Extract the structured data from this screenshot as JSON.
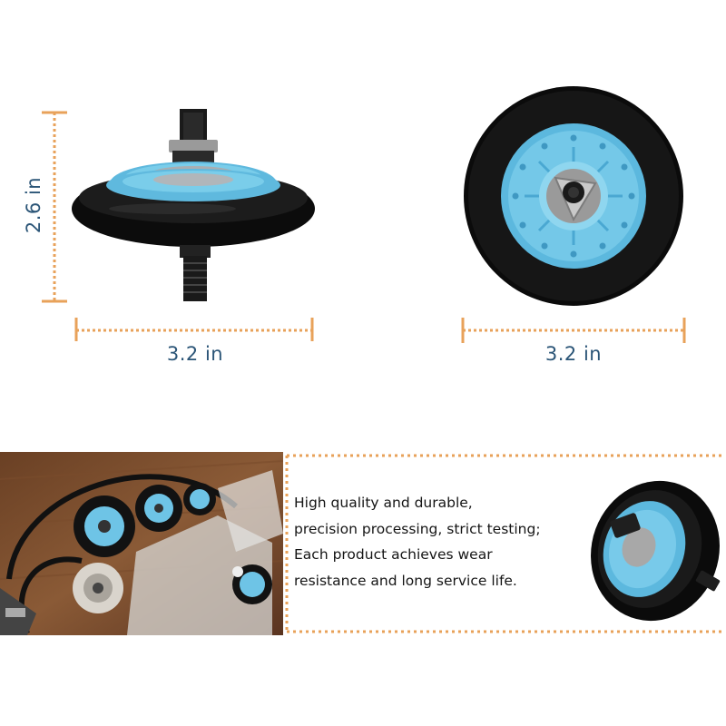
{
  "dimensions": {
    "side_height": "2.6 in",
    "side_width": "3.2 in",
    "front_width": "3.2 in"
  },
  "description": {
    "lines": [
      "High quality and durable,",
      "precision processing, strict testing;",
      "Each product achieves wear",
      "resistance and long service life."
    ]
  },
  "colors": {
    "dimension_line": "#e8a25a",
    "dimension_text": "#2b5577",
    "roller_blue": "#6ec4e6",
    "roller_black": "#111111",
    "frame_dots": "#e8a25a"
  }
}
